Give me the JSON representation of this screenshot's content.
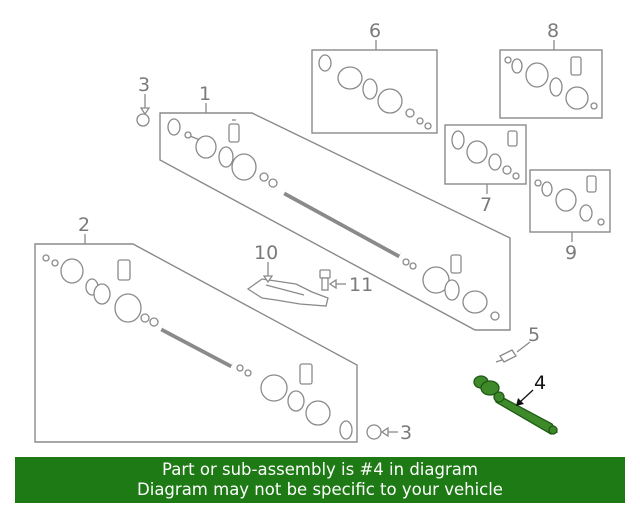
{
  "diagram": {
    "callouts": [
      {
        "id": "1",
        "label": "1"
      },
      {
        "id": "2",
        "label": "2"
      },
      {
        "id": "3a",
        "label": "3"
      },
      {
        "id": "3b",
        "label": "3"
      },
      {
        "id": "4",
        "label": "4"
      },
      {
        "id": "5",
        "label": "5"
      },
      {
        "id": "6",
        "label": "6"
      },
      {
        "id": "7",
        "label": "7"
      },
      {
        "id": "8",
        "label": "8"
      },
      {
        "id": "9",
        "label": "9"
      },
      {
        "id": "10",
        "label": "10"
      },
      {
        "id": "11",
        "label": "11"
      }
    ],
    "highlight_color": "#3e8a2a",
    "line_color": "#8a8a8a"
  },
  "banner": {
    "line1": "Part or sub-assembly is #4 in diagram",
    "line2": "Diagram may not be specific to your vehicle",
    "background": "#1d7a14"
  }
}
